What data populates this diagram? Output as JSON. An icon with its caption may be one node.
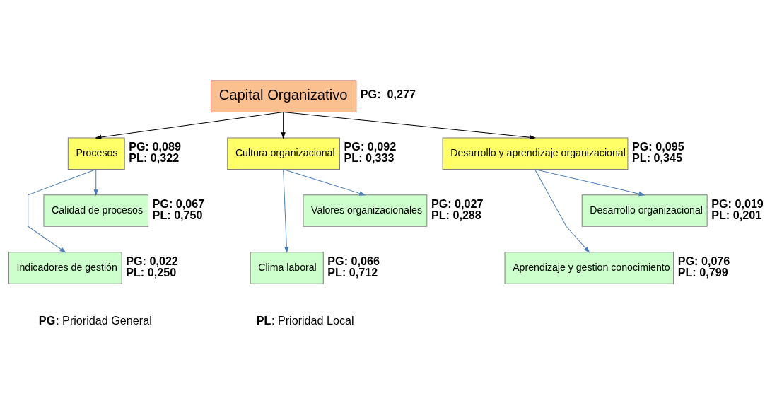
{
  "diagram": {
    "nodes": [
      {
        "text": [
          "Capital Organizativo"
        ],
        "beside": [
          "PG:  0,277"
        ]
      },
      {
        "text": [
          "Procesos"
        ],
        "beside": [
          "PG: 0,089",
          "PL: 0,322"
        ]
      },
      {
        "text": [
          "Cultura organizacional"
        ],
        "beside": [
          "PG: 0,092",
          "PL: 0,333"
        ]
      },
      {
        "text": [
          "Desarrollo y aprendizaje organizacional"
        ],
        "beside": [
          "PG: 0,095",
          "PL: 0,345"
        ]
      },
      {
        "text": [
          "Calidad de procesos"
        ],
        "beside": [
          "PG: 0,067",
          "PL: 0,750"
        ]
      },
      {
        "text": [
          "Indicadores de gestión"
        ],
        "beside": [
          "PG: 0,022",
          "PL: 0,250"
        ]
      },
      {
        "text": [
          "Valores organizacionales"
        ],
        "beside": [
          "PG: 0,027",
          "PL: 0,288"
        ]
      },
      {
        "text": [
          "Clima laboral"
        ],
        "beside": [
          "PG: 0,066",
          "PL: 0,712"
        ]
      },
      {
        "text": [
          "Desarrollo organizacional"
        ],
        "beside": [
          "PG: 0,019",
          "PL: 0,201"
        ]
      },
      {
        "text": [
          "Aprendizaje y gestion conocimiento"
        ],
        "beside": [
          "PG: 0,076",
          "PL: 0,799"
        ]
      }
    ],
    "edges": [
      {
        "from": 0,
        "to": 1,
        "arrow": "to",
        "color": "#000000"
      },
      {
        "from": 0,
        "to": 2,
        "arrow": "to",
        "color": "#000000"
      },
      {
        "from": 0,
        "to": 3,
        "arrow": "to",
        "color": "#000000"
      },
      {
        "from": 1,
        "to": 4,
        "arrow": "to"
      },
      {
        "from": 1,
        "to": 5,
        "arrow": "to"
      },
      {
        "from": 2,
        "to": 6,
        "arrow": "to"
      },
      {
        "from": 2,
        "to": 7,
        "arrow": "to"
      },
      {
        "from": 3,
        "to": 8,
        "arrow": "to"
      },
      {
        "from": 3,
        "to": 9,
        "arrow": "to"
      }
    ],
    "labels": [
      "PG: Prioridad General",
      "PL: Prioridad Local"
    ]
  }
}
